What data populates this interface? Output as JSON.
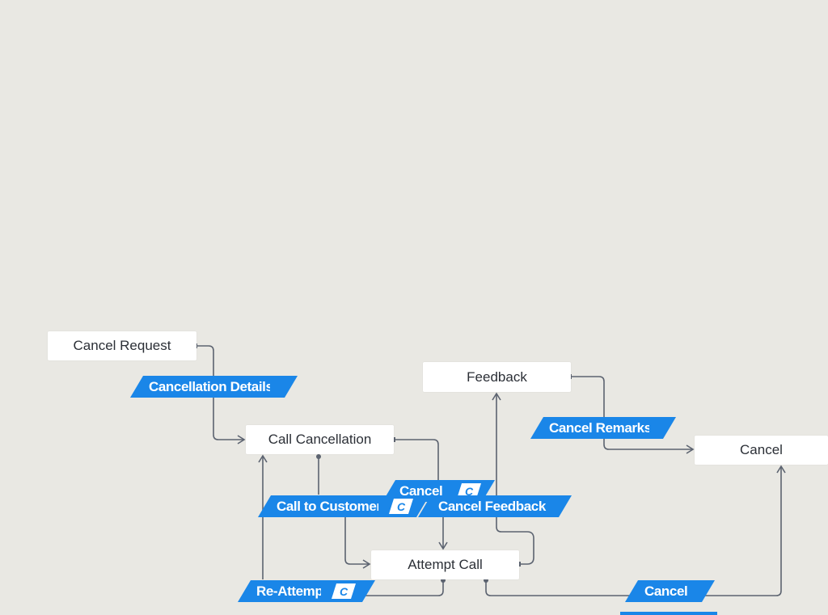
{
  "states": {
    "cancel_request": "Cancel Request",
    "call_cancellation": "Call Cancellation",
    "feedback": "Feedback",
    "cancel": "Cancel",
    "attempt_call": "Attempt Call"
  },
  "actions": {
    "cancellation_details": "Cancellation Details",
    "cancel_remarks": "Cancel Remarks",
    "cancel_top": "Cancel",
    "call_to_customer": "Call to Customer",
    "cancel_feedback": "Cancel Feedback",
    "re_attempt": "Re-Attempt",
    "cancel_bottom": "Cancel"
  },
  "badges": {
    "cancel_top": "C",
    "call_to_customer": "C",
    "re_attempt": "C"
  },
  "colors": {
    "background": "#e9e8e3",
    "action_fill": "#1a86e8",
    "connector": "#5c6370",
    "state_fill": "#ffffff"
  }
}
